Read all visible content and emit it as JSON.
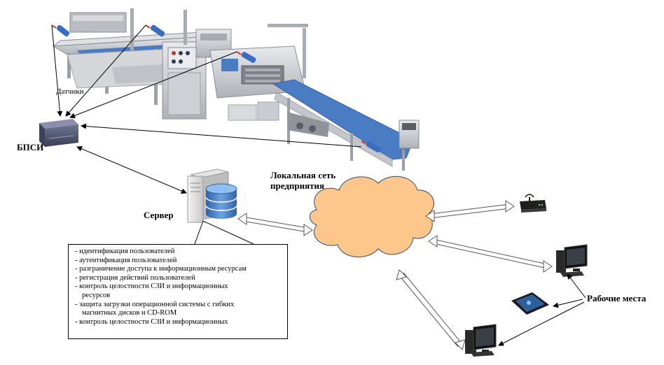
{
  "labels": {
    "sensors": "Датчики",
    "bpsi": "БПСИ",
    "network": "Локальная сеть\nпредприятия",
    "server": "Сервер",
    "workplaces": "Рабочие места"
  },
  "server_functions": [
    {
      "text": "- идентификация пользователей"
    },
    {
      "text": "- аутентификация пользователей"
    },
    {
      "text": "- разграничение доступа к информационным ресурсам"
    },
    {
      "text": "- регистрация действий пользователей"
    },
    {
      "text": "- контроль целостности СЗИ и информационных",
      "cont": "ресурсов"
    },
    {
      "text": "- защита загрузки операционной системы с гибких",
      "cont": "магнитных дисков и CD-ROM"
    },
    {
      "text": "- контроль целостности СЗИ и информационных"
    }
  ],
  "colors": {
    "cloud": "#fdc68a",
    "conveyor_belt": "#4a7cc4",
    "machine_steel": "#c9ccd1",
    "server_db": "#3e78c2"
  },
  "icons": [
    "production-line",
    "sensor-icon",
    "bpsi-box-icon",
    "server-icon",
    "database-icon",
    "network-cloud-icon",
    "router-icon",
    "desktop-pc-icon",
    "tablet-icon"
  ]
}
